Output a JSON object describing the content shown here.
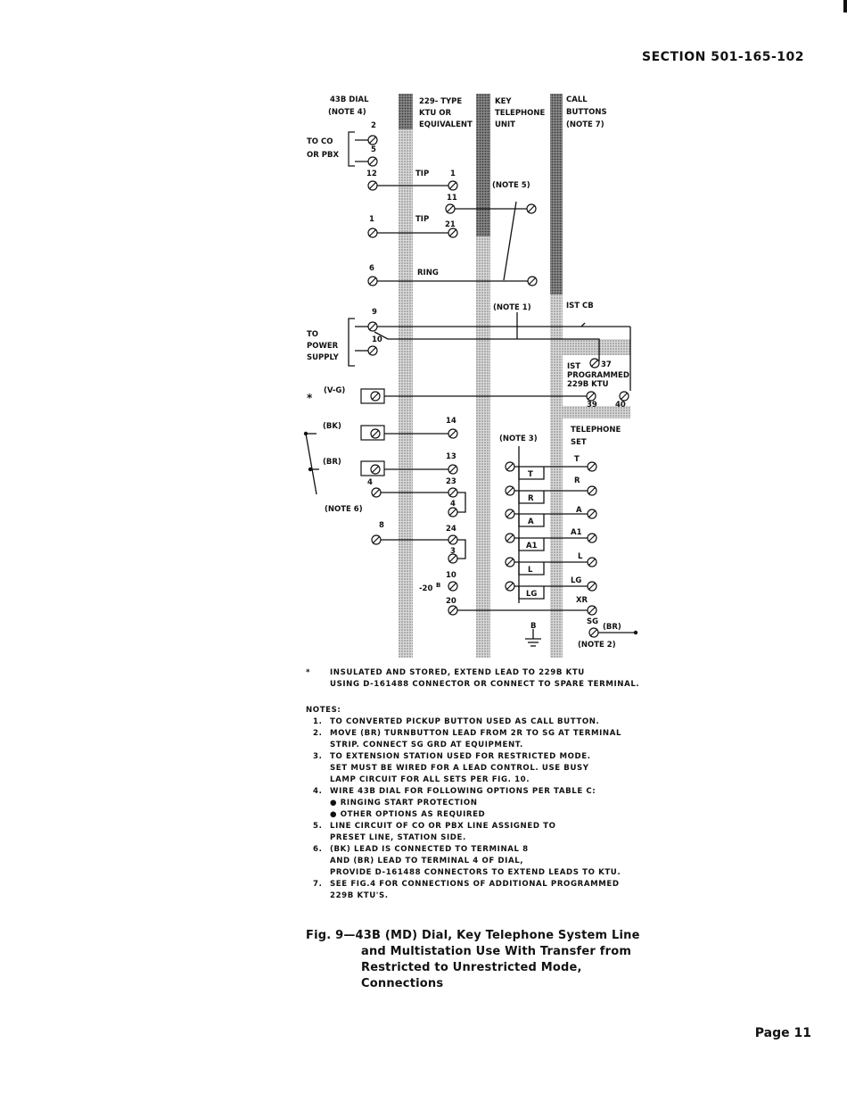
{
  "header": {
    "section": "SECTION 501-165-102"
  },
  "diagram": {
    "columns": {
      "dial": [
        "43B DIAL",
        "(NOTE 4)"
      ],
      "ktu": [
        "229- TYPE",
        "KTU OR",
        "EQUIVALENT"
      ],
      "key_unit": [
        "KEY",
        "TELEPHONE",
        "UNIT"
      ],
      "call_buttons": [
        "CALL",
        "BUTTONS",
        "(NOTE 7)"
      ]
    },
    "labels": {
      "to_co": [
        "TO CO",
        "OR PBX"
      ],
      "to_power": [
        "TO",
        "POWER",
        "SUPPLY"
      ],
      "tip1": "TIP",
      "tip2": "TIP",
      "ring": "RING",
      "note5": "(NOTE 5)",
      "note1": "(NOTE 1)",
      "note3": "(NOTE 3)",
      "note6": "(NOTE 6)",
      "note2": "(NOTE 2)",
      "ist_cb": "IST CB",
      "ist": "IST",
      "programmed": [
        "PROGRAMMED",
        "229B KTU"
      ],
      "telephone_set": [
        "TELEPHONE",
        "SET"
      ],
      "vg": "(V-G)",
      "bk": "(BK)",
      "br": "(BR)",
      "br2": "(BR)",
      "asterisk": "*",
      "lead_boxes": [
        "T",
        "R",
        "A",
        "A1",
        "L",
        "LG"
      ],
      "set_terms": [
        "T",
        "R",
        "A",
        "A1",
        "L",
        "LG",
        "XR",
        "SG"
      ],
      "b_ground": "B",
      "minus20b": "-20",
      "b_sup": "B"
    },
    "terminal_numbers": {
      "dial": [
        "2",
        "5",
        "12",
        "1",
        "6",
        "9",
        "10",
        "4",
        "8"
      ],
      "ktu": [
        "1",
        "11",
        "21",
        "14",
        "13",
        "23",
        "4",
        "24",
        "3",
        "10",
        "20"
      ],
      "programmed": [
        "37",
        "39",
        "40"
      ]
    }
  },
  "footnote": {
    "asterisk": "*",
    "line1": "INSULATED AND STORED, EXTEND LEAD TO 229B KTU",
    "line2": "USING D-161488 CONNECTOR OR CONNECT TO SPARE TERMINAL."
  },
  "notes": {
    "title": "NOTES:",
    "items": [
      {
        "n": "1.",
        "lines": [
          "TO CONVERTED PICKUP BUTTON USED AS CALL BUTTON."
        ]
      },
      {
        "n": "2.",
        "lines": [
          "MOVE (BR) TURNBUTTON LEAD FROM 2R TO SG AT TERMINAL",
          "STRIP. CONNECT SG GRD AT EQUIPMENT."
        ]
      },
      {
        "n": "3.",
        "lines": [
          "TO EXTENSION STATION USED FOR RESTRICTED MODE.",
          "SET MUST BE WIRED FOR A LEAD CONTROL. USE BUSY",
          "LAMP CIRCUIT FOR ALL SETS PER FIG. 10."
        ]
      },
      {
        "n": "4.",
        "lines": [
          "WIRE 43B DIAL FOR FOLLOWING OPTIONS PER TABLE C:",
          "● RINGING START PROTECTION",
          "● OTHER OPTIONS AS REQUIRED"
        ]
      },
      {
        "n": "5.",
        "lines": [
          "LINE CIRCUIT OF CO OR PBX LINE ASSIGNED TO",
          "PRESET LINE, STATION SIDE."
        ]
      },
      {
        "n": "6.",
        "lines": [
          "(BK) LEAD IS CONNECTED TO TERMINAL 8",
          "AND (BR) LEAD TO TERMINAL 4 OF DIAL,",
          "PROVIDE D-161488 CONNECTORS TO EXTEND LEADS TO KTU."
        ]
      },
      {
        "n": "7.",
        "lines": [
          "SEE FIG.4 FOR CONNECTIONS OF ADDITIONAL PROGRAMMED",
          "229B KTU'S."
        ]
      }
    ]
  },
  "caption": {
    "line1": "Fig. 9—43B (MD) Dial, Key Telephone System Line",
    "line2": "and Multistation Use With Transfer from",
    "line3": "Restricted to Unrestricted Mode, Connections"
  },
  "footer": {
    "page": "Page 11"
  }
}
